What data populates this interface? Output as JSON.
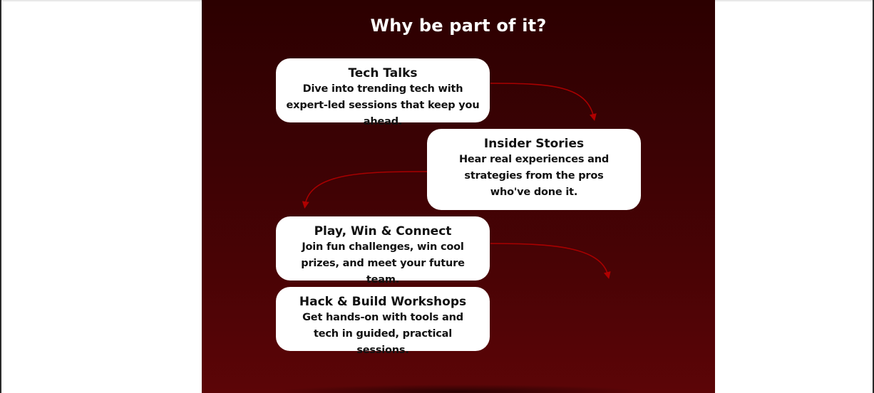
{
  "section": {
    "title": "Why be part of it?"
  },
  "cards": [
    {
      "title": "Tech Talks",
      "description": "Dive into trending tech with expert-led sessions that keep you ahead."
    },
    {
      "title": "Insider Stories",
      "description": "Hear real experiences and strategies from the pros who've done it."
    },
    {
      "title": "Play, Win & Connect",
      "description": "Join fun challenges, win cool prizes, and meet your future team."
    },
    {
      "title": "Hack & Build Workshops",
      "description": "Get hands-on with tools and tech in guided, practical sessions."
    }
  ],
  "colors": {
    "background_top": "#2c0000",
    "background_bottom": "#5c0507",
    "card": "#ffffff",
    "arrow": "#b00000"
  },
  "icons": [
    "curved-arrow-icon"
  ]
}
